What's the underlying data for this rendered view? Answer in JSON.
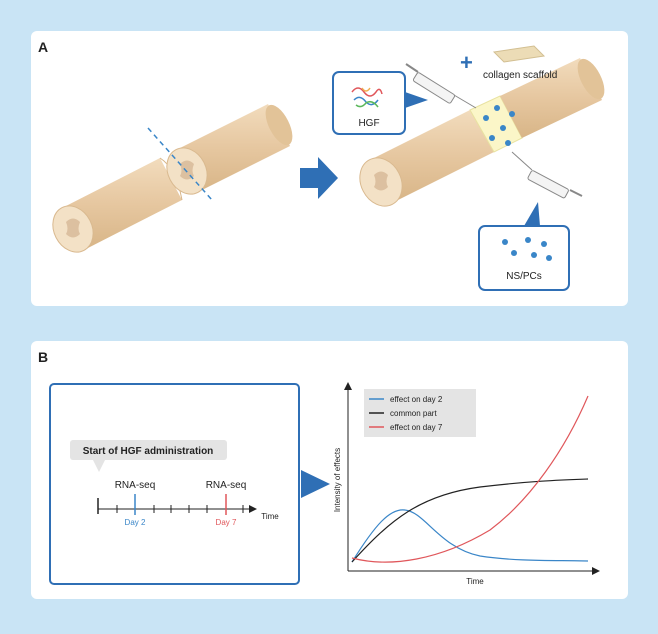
{
  "panel_a": {
    "label": "A",
    "hgf_label": "HGF",
    "scaffold_label": "collagen scaffold",
    "cells_label": "NS/PCs",
    "plus": "+"
  },
  "panel_b": {
    "label": "B",
    "timeline": {
      "start_label": "Start of HGF administration",
      "rnaseq_1": "RNA-seq",
      "rnaseq_2": "RNA-seq",
      "day_2": "Day 2",
      "day_7": "Day 7",
      "time_label": "Time"
    },
    "chart": {
      "ylabel": "Intensity of effects",
      "xlabel": "Time",
      "legend": [
        {
          "name": "effect on day 2",
          "color": "#3a86c8"
        },
        {
          "name": "common part",
          "color": "#222222"
        },
        {
          "name": "effect on day 7",
          "color": "#e0575b"
        }
      ]
    }
  },
  "colors": {
    "background": "#c9e4f5",
    "panel": "#ffffff",
    "accent_blue": "#2f6fb5",
    "cord": "#e6c9a3"
  }
}
